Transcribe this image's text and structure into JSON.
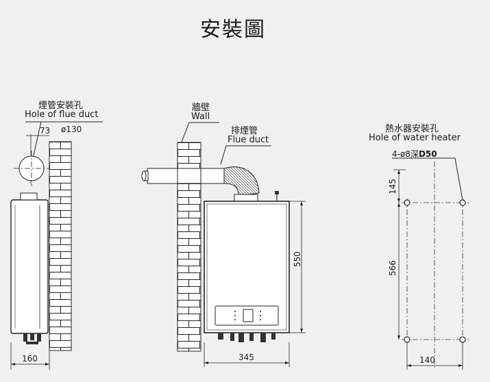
{
  "title": "安裝圖",
  "left_view": {
    "label_zh": "煙管安裝孔",
    "label_en": "Hole of flue duct",
    "dim_offset": "73",
    "dim_diameter": "ø130",
    "dim_depth": "160"
  },
  "middle_view": {
    "wall_zh": "牆壁",
    "wall_en": "Wall",
    "flue_zh": "排煙管",
    "flue_en": "Flue duct",
    "dim_height": "550",
    "dim_width": "345"
  },
  "right_view": {
    "label_zh": "熱水器安裝孔",
    "label_en": "Hole of water heater",
    "spec_prefix": "4-ø8深",
    "spec_depth": "D50",
    "dim_top": "145",
    "dim_mid": "566",
    "dim_width": "140"
  }
}
